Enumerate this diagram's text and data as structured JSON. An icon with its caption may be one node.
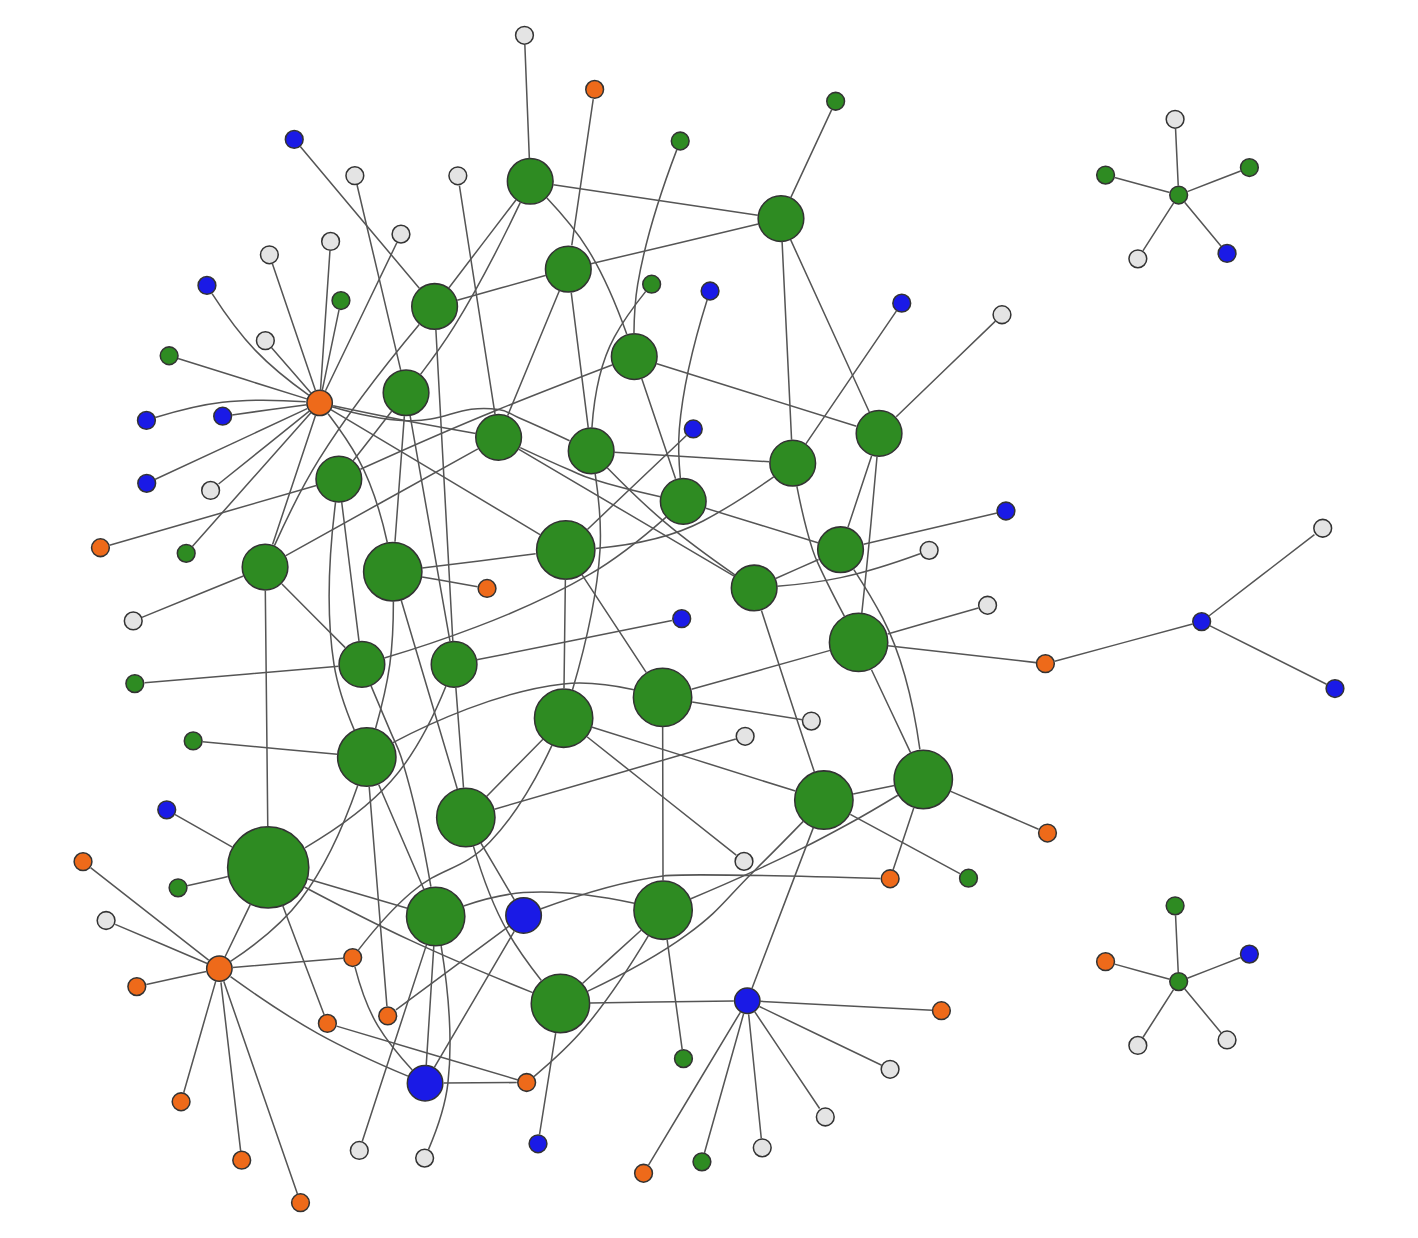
{
  "diagram": {
    "nodes": [
      {
        "text": [],
        "shape": "circle"
      },
      {
        "text": [],
        "shape": "circle"
      },
      {
        "text": [],
        "shape": "circle"
      },
      {
        "text": [],
        "shape": "circle"
      },
      {
        "text": [],
        "shape": "circle"
      },
      {
        "text": [],
        "shape": "circle"
      },
      {
        "text": [],
        "shape": "circle"
      },
      {
        "text": [],
        "shape": "circle"
      },
      {
        "text": [],
        "shape": "circle"
      },
      {
        "text": [],
        "shape": "circle"
      },
      {
        "text": [],
        "shape": "circle"
      },
      {
        "text": [],
        "shape": "circle"
      },
      {
        "text": [],
        "shape": "circle"
      },
      {
        "text": [],
        "shape": "circle"
      },
      {
        "text": [],
        "shape": "circle"
      },
      {
        "text": [],
        "shape": "circle"
      },
      {
        "text": [],
        "shape": "circle"
      },
      {
        "text": [],
        "shape": "circle"
      },
      {
        "text": [],
        "shape": "circle"
      },
      {
        "text": [],
        "shape": "circle"
      },
      {
        "text": [],
        "shape": "circle"
      },
      {
        "text": [],
        "shape": "circle"
      },
      {
        "text": [],
        "shape": "circle"
      },
      {
        "text": [],
        "shape": "circle"
      },
      {
        "text": [],
        "shape": "circle"
      },
      {
        "text": [],
        "shape": "circle"
      },
      {
        "text": [],
        "shape": "circle"
      },
      {
        "text": [],
        "shape": "circle"
      },
      {
        "text": [],
        "shape": "circle"
      },
      {
        "text": [],
        "shape": "circle"
      },
      {
        "text": [],
        "shape": "circle"
      },
      {
        "text": [],
        "shape": "circle"
      },
      {
        "text": [],
        "shape": "circle"
      },
      {
        "text": [],
        "shape": "circle"
      },
      {
        "text": [],
        "shape": "circle"
      },
      {
        "text": [],
        "shape": "circle"
      },
      {
        "text": [],
        "shape": "circle"
      },
      {
        "text": [],
        "shape": "circle"
      },
      {
        "text": [],
        "shape": "circle"
      },
      {
        "text": [],
        "shape": "circle"
      },
      {
        "text": [],
        "shape": "circle"
      },
      {
        "text": [],
        "shape": "circle"
      },
      {
        "text": [],
        "shape": "circle"
      },
      {
        "text": [],
        "shape": "circle"
      },
      {
        "text": [],
        "shape": "circle"
      },
      {
        "text": [],
        "shape": "circle"
      },
      {
        "text": [],
        "shape": "circle"
      },
      {
        "text": [],
        "shape": "circle"
      },
      {
        "text": [],
        "shape": "circle"
      },
      {
        "text": [],
        "shape": "circle"
      },
      {
        "text": [],
        "shape": "circle"
      },
      {
        "text": [],
        "shape": "circle"
      },
      {
        "text": [],
        "shape": "circle"
      },
      {
        "text": [],
        "shape": "circle"
      },
      {
        "text": [],
        "shape": "circle"
      },
      {
        "text": [],
        "shape": "circle"
      },
      {
        "text": [],
        "shape": "circle"
      },
      {
        "text": [],
        "shape": "circle"
      },
      {
        "text": [],
        "shape": "circle"
      },
      {
        "text": [],
        "shape": "circle"
      },
      {
        "text": [],
        "shape": "circle"
      },
      {
        "text": [],
        "shape": "circle"
      },
      {
        "text": [],
        "shape": "circle"
      },
      {
        "text": [],
        "shape": "circle"
      },
      {
        "text": [],
        "shape": "circle"
      },
      {
        "text": [],
        "shape": "circle"
      },
      {
        "text": [],
        "shape": "circle"
      },
      {
        "text": [],
        "shape": "circle"
      },
      {
        "text": [],
        "shape": "circle"
      },
      {
        "text": [],
        "shape": "circle"
      },
      {
        "text": [],
        "shape": "circle"
      },
      {
        "text": [],
        "shape": "circle"
      },
      {
        "text": [],
        "shape": "circle"
      },
      {
        "text": [],
        "shape": "circle"
      },
      {
        "text": [],
        "shape": "circle"
      },
      {
        "text": [],
        "shape": "circle"
      },
      {
        "text": [],
        "shape": "circle"
      },
      {
        "text": [],
        "shape": "circle"
      },
      {
        "text": [],
        "shape": "circle"
      },
      {
        "text": [],
        "shape": "circle"
      },
      {
        "text": [],
        "shape": "circle"
      },
      {
        "text": [],
        "shape": "circle"
      },
      {
        "text": [],
        "shape": "circle"
      },
      {
        "text": [],
        "shape": "circle"
      },
      {
        "text": [],
        "shape": "circle"
      },
      {
        "text": [],
        "shape": "circle"
      },
      {
        "text": [],
        "shape": "circle"
      },
      {
        "text": [],
        "shape": "circle"
      },
      {
        "text": [],
        "shape": "circle"
      },
      {
        "text": [],
        "shape": "circle"
      },
      {
        "text": [],
        "shape": "circle"
      },
      {
        "text": [],
        "shape": "circle"
      },
      {
        "text": [],
        "shape": "circle"
      },
      {
        "text": [],
        "shape": "circle"
      },
      {
        "text": [],
        "shape": "circle"
      },
      {
        "text": [],
        "shape": "circle"
      },
      {
        "text": [],
        "shape": "circle"
      },
      {
        "text": [],
        "shape": "circle"
      },
      {
        "text": [],
        "shape": "circle"
      },
      {
        "text": [],
        "shape": "circle"
      },
      {
        "text": [],
        "shape": "circle"
      },
      {
        "text": [],
        "shape": "circle"
      },
      {
        "text": [],
        "shape": "circle"
      },
      {
        "text": [],
        "shape": "circle"
      },
      {
        "text": [],
        "shape": "circle"
      },
      {
        "text": [],
        "shape": "circle"
      },
      {
        "text": [],
        "shape": "circle"
      },
      {
        "text": [],
        "shape": "circle"
      },
      {
        "text": [],
        "shape": "circle"
      },
      {
        "text": [],
        "shape": "circle"
      },
      {
        "text": [],
        "shape": "circle"
      },
      {
        "text": [],
        "shape": "circle"
      }
    ],
    "edges": [
      {
        "from": 0,
        "to": 1,
        "arrow": "none"
      },
      {
        "from": 1,
        "to": 2,
        "arrow": "none"
      },
      {
        "from": 2,
        "to": 3,
        "arrow": "none"
      },
      {
        "from": 3,
        "to": 4,
        "arrow": "none"
      },
      {
        "from": 4,
        "to": 5,
        "arrow": "none"
      },
      {
        "from": 5,
        "to": 6,
        "arrow": "none"
      },
      {
        "from": 6,
        "to": 7,
        "arrow": "none"
      },
      {
        "from": 7,
        "to": 8,
        "arrow": "none"
      },
      {
        "from": 8,
        "to": 9,
        "arrow": "none"
      },
      {
        "from": 9,
        "to": 10,
        "arrow": "none"
      },
      {
        "from": 10,
        "to": 11,
        "arrow": "none"
      },
      {
        "from": 11,
        "to": 12,
        "arrow": "none"
      },
      {
        "from": 12,
        "to": 13,
        "arrow": "none"
      },
      {
        "from": 13,
        "to": 14,
        "arrow": "none"
      },
      {
        "from": 14,
        "to": 15,
        "arrow": "none"
      },
      {
        "from": 15,
        "to": 16,
        "arrow": "none"
      },
      {
        "from": 16,
        "to": 17,
        "arrow": "none"
      },
      {
        "from": 17,
        "to": 18,
        "arrow": "none"
      },
      {
        "from": 18,
        "to": 19,
        "arrow": "none"
      },
      {
        "from": 19,
        "to": 20,
        "arrow": "none"
      },
      {
        "from": 20,
        "to": 21,
        "arrow": "none"
      },
      {
        "from": 21,
        "to": 22,
        "arrow": "none"
      },
      {
        "from": 22,
        "to": 23,
        "arrow": "none"
      },
      {
        "from": 23,
        "to": 24,
        "arrow": "none"
      },
      {
        "from": 24,
        "to": 25,
        "arrow": "none"
      },
      {
        "from": 25,
        "to": 26,
        "arrow": "none"
      },
      {
        "from": 26,
        "to": 27,
        "arrow": "none"
      },
      {
        "from": 27,
        "to": 28,
        "arrow": "none"
      },
      {
        "from": 28,
        "to": 29,
        "arrow": "none"
      },
      {
        "from": 29,
        "to": 0,
        "arrow": "none"
      },
      {
        "from": 0,
        "to": 5,
        "arrow": "none"
      },
      {
        "from": 1,
        "to": 6,
        "arrow": "none"
      },
      {
        "from": 2,
        "to": 7,
        "arrow": "none"
      },
      {
        "from": 3,
        "to": 8,
        "arrow": "none"
      },
      {
        "from": 4,
        "to": 9,
        "arrow": "none"
      },
      {
        "from": 5,
        "to": 10,
        "arrow": "none"
      },
      {
        "from": 6,
        "to": 11,
        "arrow": "none"
      },
      {
        "from": 7,
        "to": 12,
        "arrow": "none"
      },
      {
        "from": 8,
        "to": 13,
        "arrow": "none"
      },
      {
        "from": 9,
        "to": 14,
        "arrow": "none"
      },
      {
        "from": 10,
        "to": 15,
        "arrow": "none"
      },
      {
        "from": 11,
        "to": 16,
        "arrow": "none"
      },
      {
        "from": 12,
        "to": 17,
        "arrow": "none"
      },
      {
        "from": 13,
        "to": 18,
        "arrow": "none"
      },
      {
        "from": 14,
        "to": 19,
        "arrow": "none"
      },
      {
        "from": 15,
        "to": 20,
        "arrow": "none"
      },
      {
        "from": 16,
        "to": 21,
        "arrow": "none"
      },
      {
        "from": 17,
        "to": 22,
        "arrow": "none"
      },
      {
        "from": 18,
        "to": 23,
        "arrow": "none"
      },
      {
        "from": 19,
        "to": 24,
        "arrow": "none"
      },
      {
        "from": 20,
        "to": 25,
        "arrow": "none"
      },
      {
        "from": 21,
        "to": 26,
        "arrow": "none"
      },
      {
        "from": 22,
        "to": 27,
        "arrow": "none"
      },
      {
        "from": 23,
        "to": 28,
        "arrow": "none"
      },
      {
        "from": 24,
        "to": 29,
        "arrow": "none"
      },
      {
        "from": 25,
        "to": 0,
        "arrow": "none"
      },
      {
        "from": 26,
        "to": 1,
        "arrow": "none"
      },
      {
        "from": 27,
        "to": 2,
        "arrow": "none"
      },
      {
        "from": 28,
        "to": 3,
        "arrow": "none"
      },
      {
        "from": 29,
        "to": 4,
        "arrow": "none"
      },
      {
        "from": 37,
        "to": 0,
        "arrow": "none"
      },
      {
        "from": 37,
        "to": 2,
        "arrow": "none"
      },
      {
        "from": 37,
        "to": 30,
        "arrow": "none"
      },
      {
        "from": 37,
        "to": 33,
        "arrow": "none"
      },
      {
        "from": 37,
        "to": 38,
        "arrow": "none"
      },
      {
        "from": 37,
        "to": 39,
        "arrow": "none"
      },
      {
        "from": 37,
        "to": 40,
        "arrow": "none"
      },
      {
        "from": 37,
        "to": 41,
        "arrow": "none"
      },
      {
        "from": 37,
        "to": 42,
        "arrow": "none"
      },
      {
        "from": 37,
        "to": 43,
        "arrow": "none"
      },
      {
        "from": 30,
        "to": 31,
        "arrow": "none"
      },
      {
        "from": 30,
        "to": 32,
        "arrow": "none"
      },
      {
        "from": 30,
        "to": 33,
        "arrow": "none"
      },
      {
        "from": 31,
        "to": 34,
        "arrow": "none"
      },
      {
        "from": 31,
        "to": 35,
        "arrow": "none"
      },
      {
        "from": 32,
        "to": 36,
        "arrow": "none"
      },
      {
        "from": 30,
        "to": 1,
        "arrow": "none"
      },
      {
        "from": 31,
        "to": 4,
        "arrow": "none"
      },
      {
        "from": 32,
        "to": 6,
        "arrow": "none"
      },
      {
        "from": 33,
        "to": 9,
        "arrow": "none"
      },
      {
        "from": 34,
        "to": 2,
        "arrow": "none"
      },
      {
        "from": 35,
        "to": 11,
        "arrow": "none"
      },
      {
        "from": 36,
        "to": 0,
        "arrow": "none"
      },
      {
        "from": 44,
        "to": 5,
        "arrow": "none"
      },
      {
        "from": 44,
        "to": 10,
        "arrow": "none"
      },
      {
        "from": 44,
        "to": 45,
        "arrow": "none"
      },
      {
        "from": 44,
        "to": 46,
        "arrow": "none"
      },
      {
        "from": 44,
        "to": 47,
        "arrow": "none"
      },
      {
        "from": 44,
        "to": 48,
        "arrow": "none"
      },
      {
        "from": 44,
        "to": 49,
        "arrow": "none"
      },
      {
        "from": 44,
        "to": 50,
        "arrow": "none"
      },
      {
        "from": 12,
        "to": 51,
        "arrow": "none"
      },
      {
        "from": 51,
        "to": 52,
        "arrow": "none"
      },
      {
        "from": 52,
        "to": 53,
        "arrow": "none"
      },
      {
        "from": 52,
        "to": 54,
        "arrow": "none"
      },
      {
        "from": 55,
        "to": 3,
        "arrow": "none"
      },
      {
        "from": 55,
        "to": 8,
        "arrow": "none"
      },
      {
        "from": 55,
        "to": 14,
        "arrow": "none"
      },
      {
        "from": 55,
        "to": 20,
        "arrow": "none"
      },
      {
        "from": 55,
        "to": 25,
        "arrow": "none"
      },
      {
        "from": 55,
        "to": 56,
        "arrow": "none"
      },
      {
        "from": 55,
        "to": 57,
        "arrow": "none"
      },
      {
        "from": 55,
        "to": 58,
        "arrow": "none"
      },
      {
        "from": 55,
        "to": 59,
        "arrow": "none"
      },
      {
        "from": 55,
        "to": 60,
        "arrow": "none"
      },
      {
        "from": 55,
        "to": 61,
        "arrow": "none"
      },
      {
        "from": 55,
        "to": 62,
        "arrow": "none"
      },
      {
        "from": 55,
        "to": 63,
        "arrow": "none"
      },
      {
        "from": 55,
        "to": 64,
        "arrow": "none"
      },
      {
        "from": 55,
        "to": 65,
        "arrow": "none"
      },
      {
        "from": 55,
        "to": 66,
        "arrow": "none"
      },
      {
        "from": 55,
        "to": 67,
        "arrow": "none"
      },
      {
        "from": 68,
        "to": 0,
        "arrow": "none"
      },
      {
        "from": 69,
        "to": 1,
        "arrow": "none"
      },
      {
        "from": 70,
        "to": 2,
        "arrow": "none"
      },
      {
        "from": 71,
        "to": 3,
        "arrow": "none"
      },
      {
        "from": 72,
        "to": 4,
        "arrow": "none"
      },
      {
        "from": 73,
        "to": 5,
        "arrow": "none"
      },
      {
        "from": 74,
        "to": 6,
        "arrow": "none"
      },
      {
        "from": 75,
        "to": 7,
        "arrow": "none"
      },
      {
        "from": 76,
        "to": 8,
        "arrow": "none"
      },
      {
        "from": 77,
        "to": 9,
        "arrow": "none"
      },
      {
        "from": 78,
        "to": 10,
        "arrow": "none"
      },
      {
        "from": 79,
        "to": 11,
        "arrow": "none"
      },
      {
        "from": 80,
        "to": 12,
        "arrow": "none"
      },
      {
        "from": 81,
        "to": 13,
        "arrow": "none"
      },
      {
        "from": 82,
        "to": 14,
        "arrow": "none"
      },
      {
        "from": 83,
        "to": 15,
        "arrow": "none"
      },
      {
        "from": 84,
        "to": 16,
        "arrow": "none"
      },
      {
        "from": 85,
        "to": 17,
        "arrow": "none"
      },
      {
        "from": 86,
        "to": 18,
        "arrow": "none"
      },
      {
        "from": 87,
        "to": 19,
        "arrow": "none"
      },
      {
        "from": 88,
        "to": 20,
        "arrow": "none"
      },
      {
        "from": 89,
        "to": 21,
        "arrow": "none"
      },
      {
        "from": 90,
        "to": 22,
        "arrow": "none"
      },
      {
        "from": 91,
        "to": 23,
        "arrow": "none"
      },
      {
        "from": 92,
        "to": 24,
        "arrow": "none"
      },
      {
        "from": 93,
        "to": 25,
        "arrow": "none"
      },
      {
        "from": 94,
        "to": 26,
        "arrow": "none"
      },
      {
        "from": 95,
        "to": 27,
        "arrow": "none"
      },
      {
        "from": 96,
        "to": 28,
        "arrow": "none"
      },
      {
        "from": 97,
        "to": 29,
        "arrow": "none"
      },
      {
        "from": 98,
        "to": 0,
        "arrow": "none"
      },
      {
        "from": 99,
        "to": 1,
        "arrow": "none"
      },
      {
        "from": 100,
        "to": 101,
        "arrow": "none"
      },
      {
        "from": 100,
        "to": 102,
        "arrow": "none"
      },
      {
        "from": 100,
        "to": 103,
        "arrow": "none"
      },
      {
        "from": 100,
        "to": 104,
        "arrow": "none"
      },
      {
        "from": 100,
        "to": 105,
        "arrow": "none"
      },
      {
        "from": 106,
        "to": 107,
        "arrow": "none"
      },
      {
        "from": 106,
        "to": 108,
        "arrow": "none"
      },
      {
        "from": 106,
        "to": 109,
        "arrow": "none"
      },
      {
        "from": 106,
        "to": 110,
        "arrow": "none"
      },
      {
        "from": 106,
        "to": 111,
        "arrow": "none"
      }
    ]
  }
}
